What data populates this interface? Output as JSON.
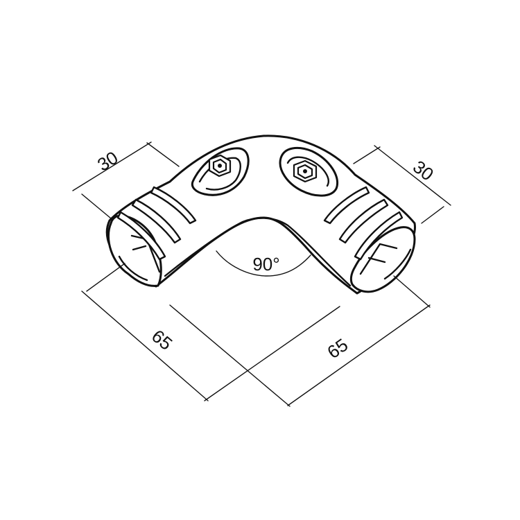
{
  "dimensions": {
    "left_width": "30",
    "right_width": "30",
    "left_length": "65",
    "right_length": "65",
    "angle": "90°"
  },
  "colors": {
    "line": "#111111",
    "background": "#ffffff"
  }
}
